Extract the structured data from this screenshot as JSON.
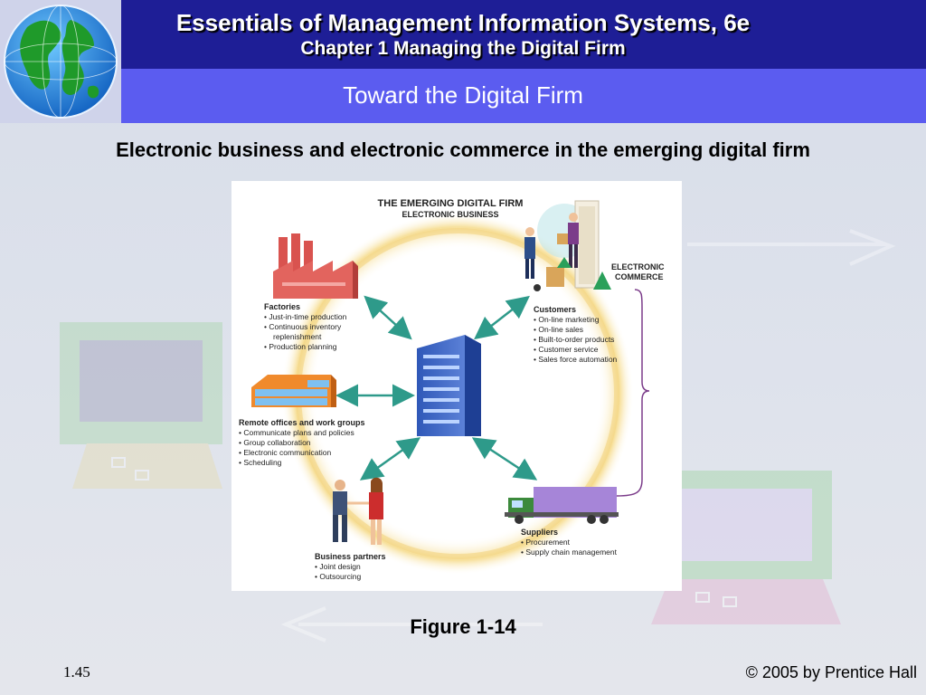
{
  "slide": {
    "title_line1": "Essentials of Management Information Systems, 6e",
    "title_line2": "Chapter 1 Managing the Digital Firm",
    "subtitle": "Toward the Digital Firm",
    "heading": "Electronic business and electronic commerce in the emerging digital firm",
    "caption": "Figure 1-14",
    "slide_number": "1.45",
    "copyright": "© 2005 by Prentice Hall"
  },
  "figure": {
    "title": "THE EMERGING DIGITAL FIRM",
    "subtitle": "ELECTRONIC BUSINESS",
    "ecommerce_line1": "ELECTRONIC",
    "ecommerce_line2": "COMMERCE",
    "factories": {
      "title": "Factories",
      "items": [
        "• Just-in-time production",
        "• Continuous inventory",
        "replenishment",
        "• Production planning"
      ]
    },
    "remote": {
      "title": "Remote offices and work groups",
      "items": [
        "• Communicate plans and policies",
        "• Group collaboration",
        "• Electronic communication",
        "• Scheduling"
      ]
    },
    "partners": {
      "title": "Business partners",
      "items": [
        "• Joint design",
        "• Outsourcing"
      ]
    },
    "customers": {
      "title": "Customers",
      "items": [
        "• On-line marketing",
        "• On-line sales",
        "• Built-to-order products",
        "• Customer service",
        "• Sales force automation"
      ]
    },
    "suppliers": {
      "title": "Suppliers",
      "items": [
        "• Procurement",
        "• Supply chain management"
      ]
    }
  },
  "colors": {
    "header": "#1e1e96",
    "subheader": "#5b5cf0",
    "arrow": "#2e9a8a",
    "ring": "#f3d27a",
    "bracket": "#7b3c8a"
  }
}
